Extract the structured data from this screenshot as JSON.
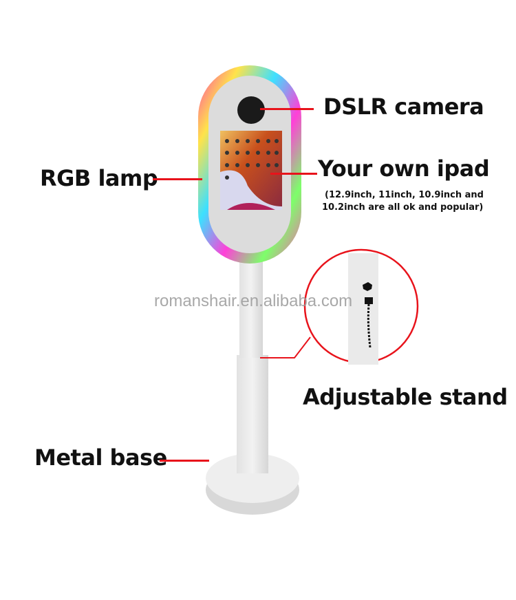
{
  "labels": {
    "dslr_camera": "DSLR camera",
    "rgb_lamp": "RGB lamp",
    "your_own_ipad": "Your own ipad",
    "ipad_note_line1": "(12.9inch, 11inch, 10.9inch and",
    "ipad_note_line2": "10.2inch are all ok and popular)",
    "adjustable_stand": "Adjustable stand",
    "metal_base": "Metal base"
  },
  "watermark": "romanshair.en.alibaba.com",
  "colors": {
    "callout_line": "#e8131b",
    "stand": "#e6e6e6",
    "shell": "#dcdcdc"
  }
}
